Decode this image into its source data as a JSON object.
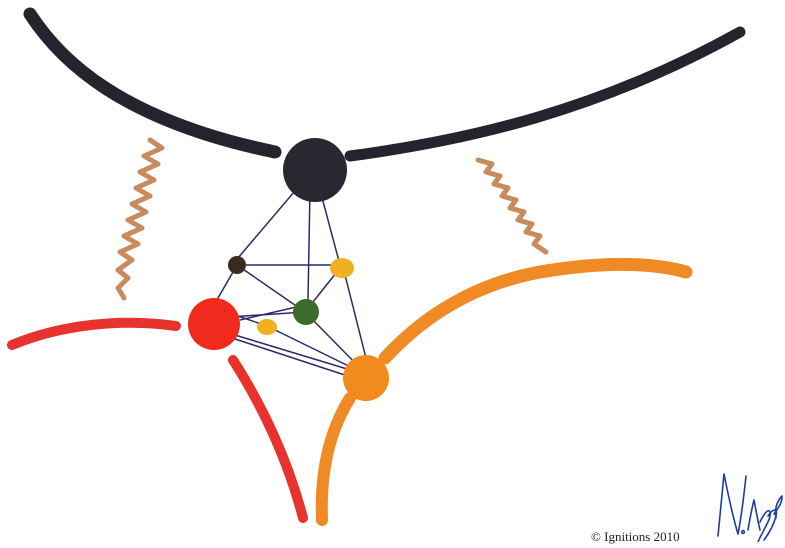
{
  "footer": {
    "copyright": "© Ignitions 2010",
    "signature_text": "N.Λυγερός"
  },
  "colors": {
    "background": "#ffffff",
    "black_stroke": "#25232e",
    "red_stroke": "#e8322e",
    "orange_stroke": "#f08a24",
    "wavy_lines": "#c98a5c",
    "network_lines": "#2a2a6a",
    "node_black": "#2a2730",
    "node_red": "#f02a1c",
    "node_orange": "#f28a1e",
    "node_green": "#3d6b2a",
    "node_yellow": "#f0b020",
    "node_brown": "#3a2a1a",
    "signature_ink": "#1a3fa0"
  },
  "nodes": [
    {
      "name": "black-node",
      "color_key": "node_black"
    },
    {
      "name": "red-node",
      "color_key": "node_red"
    },
    {
      "name": "orange-node",
      "color_key": "node_orange"
    },
    {
      "name": "green-node",
      "color_key": "node_green"
    },
    {
      "name": "yellow-node-top",
      "color_key": "node_yellow"
    },
    {
      "name": "yellow-node-left",
      "color_key": "node_yellow"
    },
    {
      "name": "brown-node",
      "color_key": "node_brown"
    }
  ]
}
